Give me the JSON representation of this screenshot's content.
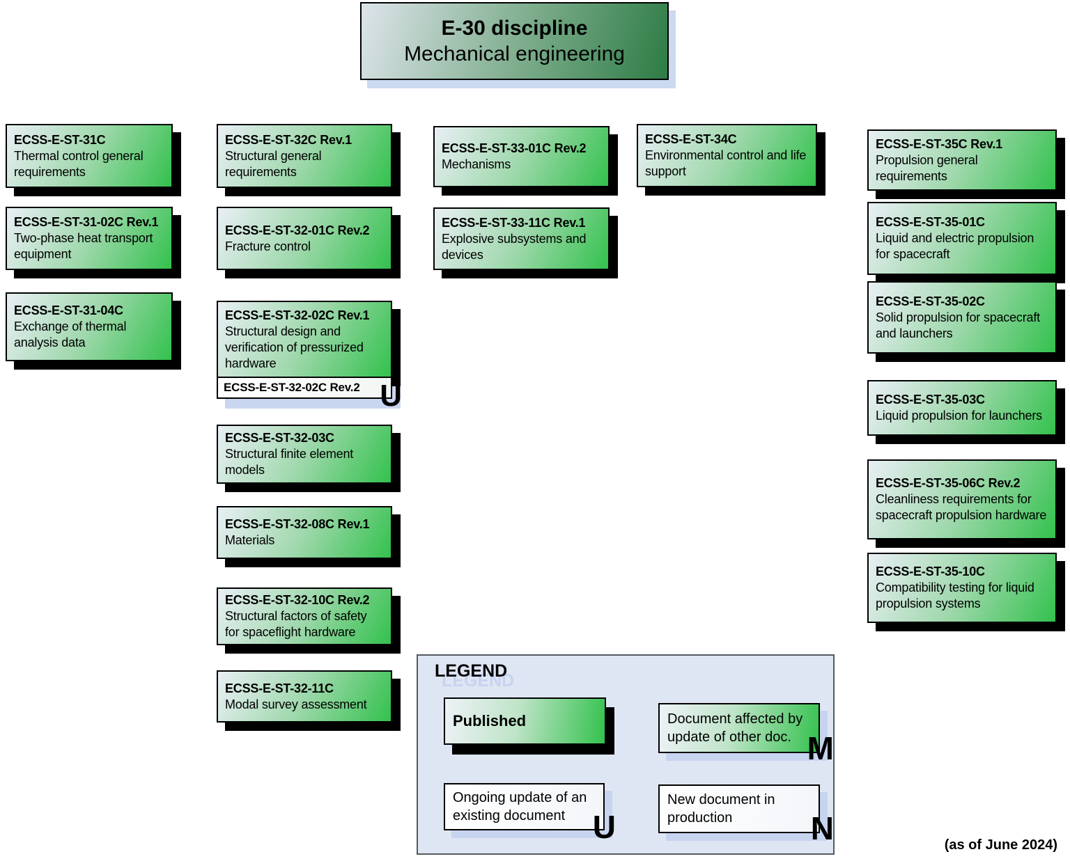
{
  "header": {
    "discipline": "E-30 discipline",
    "name": "Mechanical engineering"
  },
  "footnote": "(as of June 2024)",
  "legend": {
    "heading": "LEGEND",
    "published": {
      "label": "Published"
    },
    "affected": {
      "label": "Document affected by update of other doc.",
      "marker": "M"
    },
    "ongoing": {
      "label": "Ongoing update of an existing document",
      "marker": "U"
    },
    "new_doc": {
      "label": "New document in production",
      "marker": "N"
    }
  },
  "columns": [
    {
      "name": "thermal-control",
      "boxes": [
        {
          "code": "ECSS-E-ST-31C",
          "title": "Thermal control general requirements"
        },
        {
          "code": "ECSS-E-ST-31-02C Rev.1",
          "title": "Two-phase heat transport equipment"
        },
        {
          "code": "ECSS-E-ST-31-04C",
          "title": "Exchange of thermal analysis data"
        }
      ]
    },
    {
      "name": "structural",
      "boxes": [
        {
          "code": "ECSS-E-ST-32C Rev.1",
          "title": "Structural general requirements"
        },
        {
          "code": "ECSS-E-ST-32-01C Rev.2",
          "title": "Fracture control"
        },
        {
          "code": "ECSS-E-ST-32-02C Rev.1",
          "title": "Structural design and verification of pressurized hardware",
          "attachment": {
            "code": "ECSS-E-ST-32-02C Rev.2",
            "marker": "U"
          }
        },
        {
          "code": "ECSS-E-ST-32-03C",
          "title": "Structural finite element models"
        },
        {
          "code": "ECSS-E-ST-32-08C Rev.1",
          "title": "Materials"
        },
        {
          "code": "ECSS-E-ST-32-10C Rev.2",
          "title": "Structural factors of safety for spaceflight hardware"
        },
        {
          "code": "ECSS-E-ST-32-11C",
          "title": "Modal survey assessment"
        }
      ]
    },
    {
      "name": "mechanisms",
      "boxes": [
        {
          "code": "ECSS-E-ST-33-01C Rev.2",
          "title": "Mechanisms"
        },
        {
          "code": "ECSS-E-ST-33-11C Rev.1",
          "title": "Explosive subsystems and devices"
        }
      ]
    },
    {
      "name": "environmental-control",
      "boxes": [
        {
          "code": "ECSS-E-ST-34C",
          "title": "Environmental control and life support"
        }
      ]
    },
    {
      "name": "propulsion",
      "boxes": [
        {
          "code": "ECSS-E-ST-35C Rev.1",
          "title": "Propulsion general requirements"
        },
        {
          "code": "ECSS-E-ST-35-01C",
          "title": "Liquid and electric propulsion for spacecraft"
        },
        {
          "code": "ECSS-E-ST-35-02C",
          "title": "Solid propulsion for spacecraft and launchers"
        },
        {
          "code": "ECSS-E-ST-35-03C",
          "title": "Liquid propulsion for launchers"
        },
        {
          "code": "ECSS-E-ST-35-06C Rev.2",
          "title": "Cleanliness requirements for spacecraft propulsion hardware"
        },
        {
          "code": "ECSS-E-ST-35-10C",
          "title": "Compatibility testing for liquid propulsion systems"
        }
      ]
    }
  ],
  "colors": {
    "document_green": "#33c14d",
    "title_green": "#2d7c45",
    "shadow_black": "#000000",
    "shadow_blue": "#c7d4ef",
    "legend_background": "#dfe6f3"
  }
}
